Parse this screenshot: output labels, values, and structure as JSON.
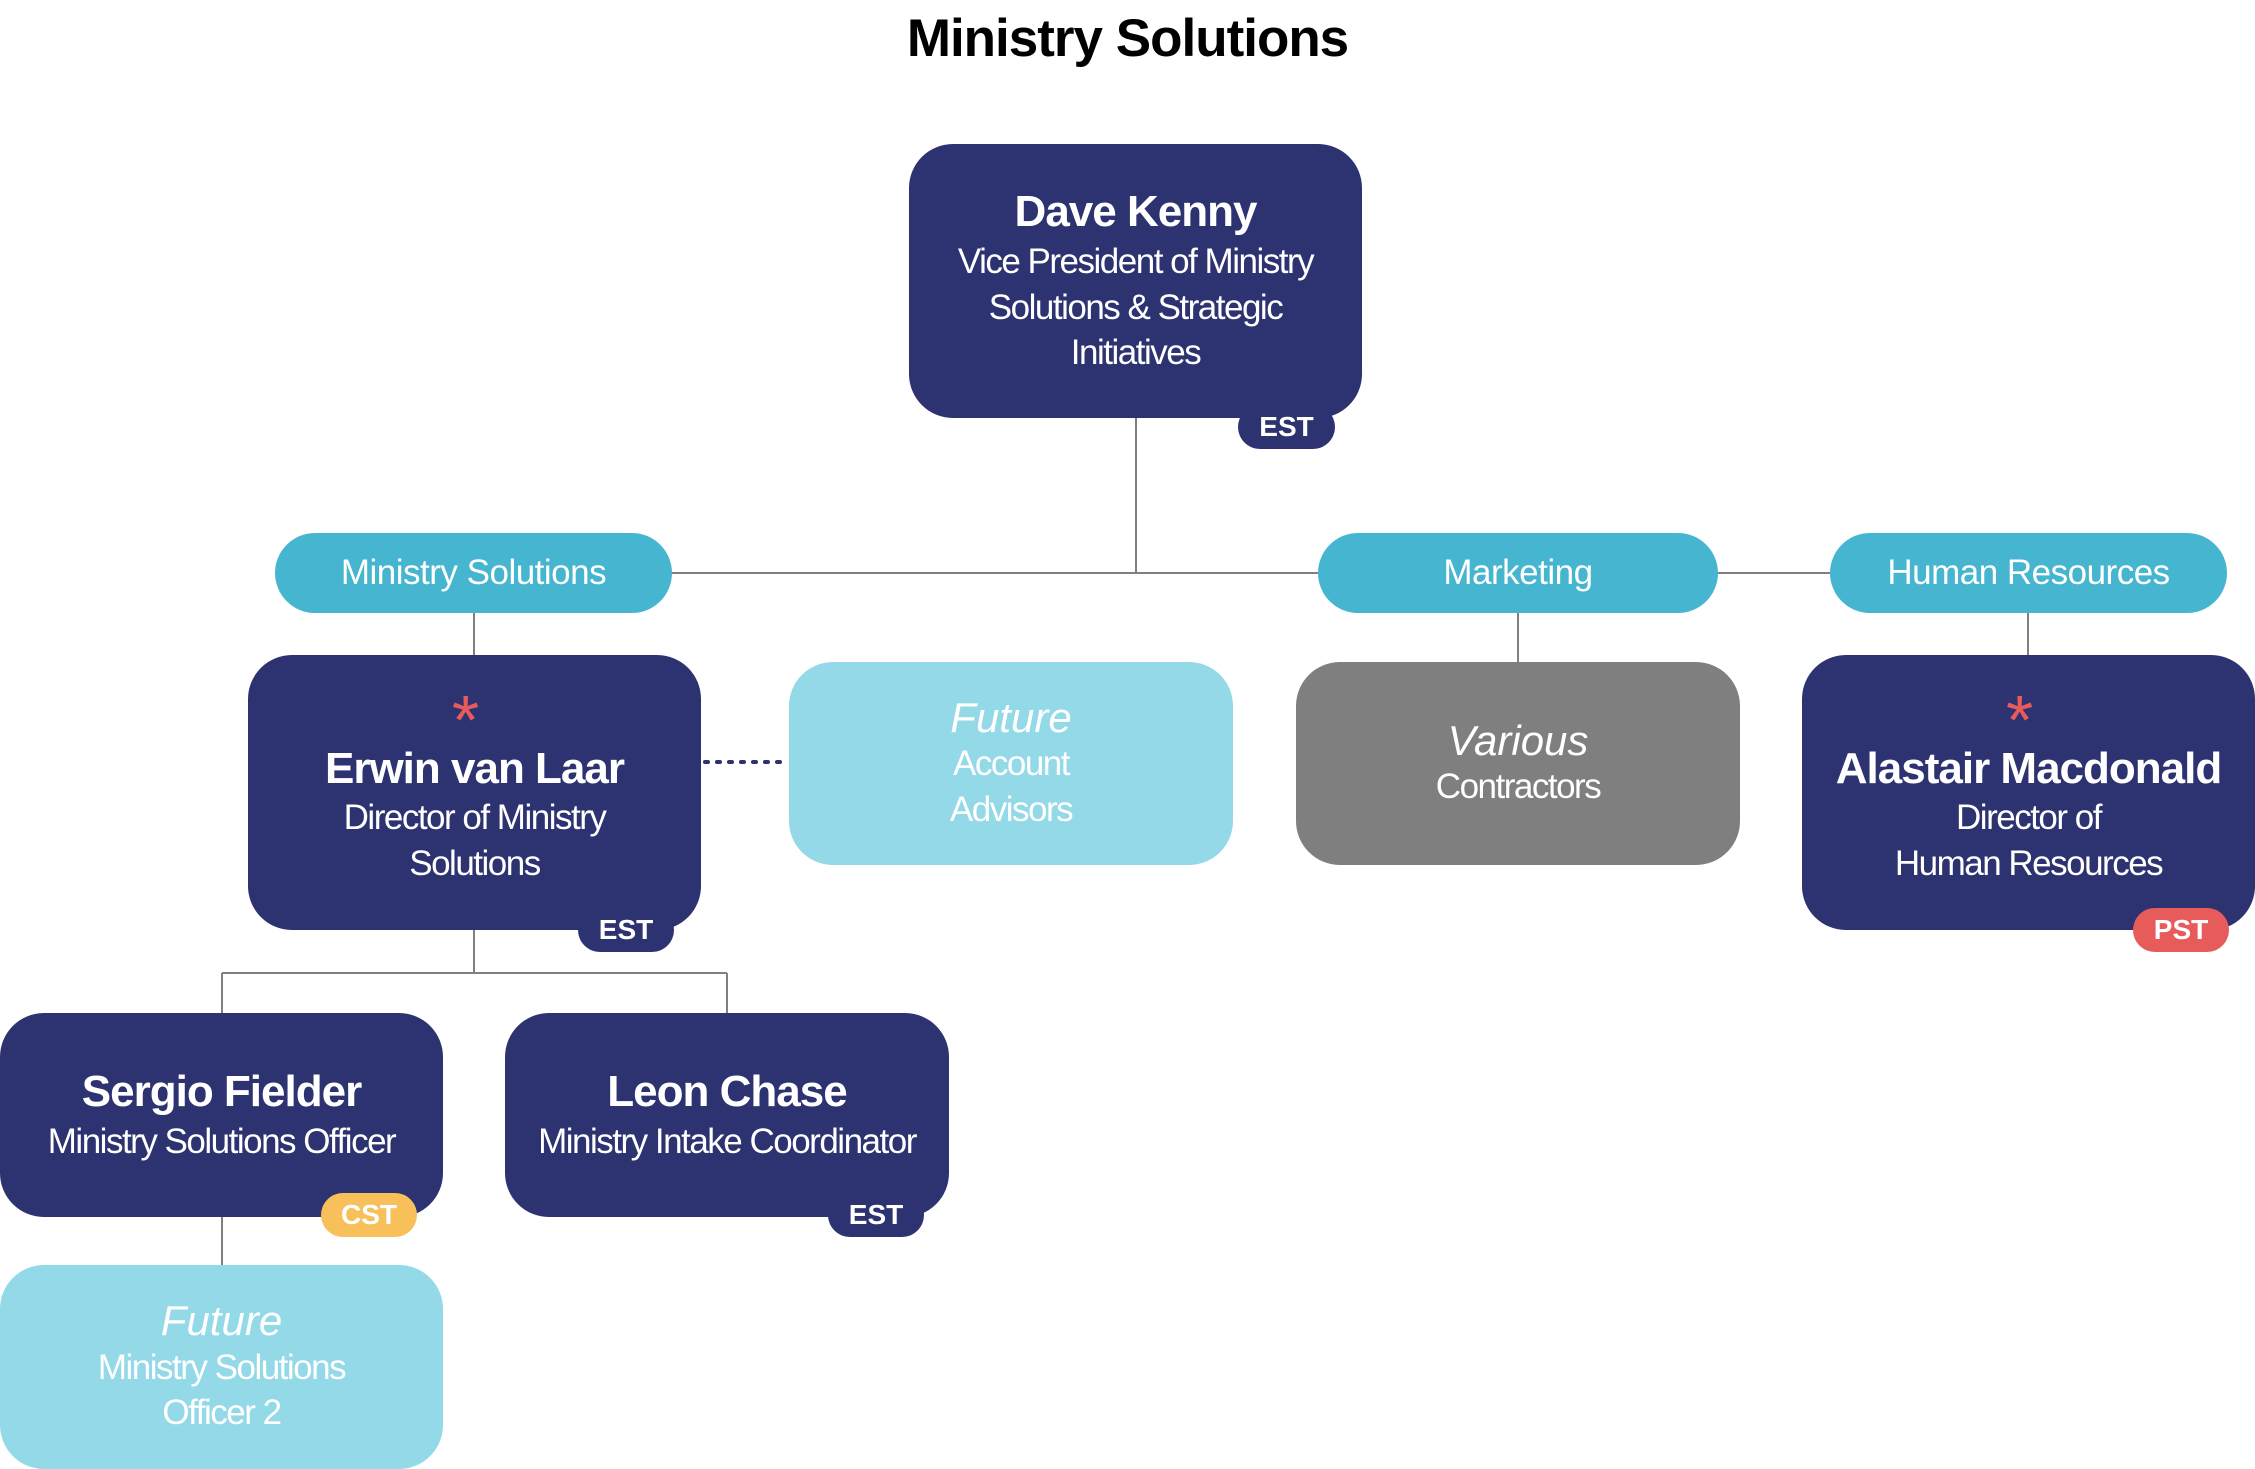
{
  "title": "Ministry Solutions",
  "departments": {
    "ministry_solutions": "Ministry Solutions",
    "marketing": "Marketing",
    "human_resources": "Human Resources"
  },
  "people": {
    "dave": {
      "name": "Dave Kenny",
      "role_lines": [
        "Vice President of Ministry",
        "Solutions & Strategic",
        "Initiatives"
      ],
      "tz": "EST"
    },
    "erwin": {
      "name": "Erwin van Laar",
      "role_lines": [
        "Director of Ministry",
        "Solutions"
      ],
      "tz": "EST"
    },
    "alastair": {
      "name": "Alastair Macdonald",
      "role_lines": [
        "Director of",
        "Human Resources"
      ],
      "tz": "PST"
    },
    "sergio": {
      "name": "Sergio Fielder",
      "role_lines": [
        "Ministry Solutions Officer"
      ],
      "tz": "CST"
    },
    "leon": {
      "name": "Leon Chase",
      "role_lines": [
        "Ministry Intake Coordinator"
      ],
      "tz": "EST"
    }
  },
  "placeholders": {
    "account_advisors": {
      "label": "Future",
      "lines": [
        "Account",
        "Advisors"
      ]
    },
    "contractors": {
      "label": "Various",
      "lines": [
        "Contractors"
      ]
    },
    "officer2": {
      "label": "Future",
      "lines": [
        "Ministry Solutions",
        "Officer 2"
      ]
    }
  },
  "marker_symbol": "*",
  "colors": {
    "navy": "#2d3270",
    "dept_teal": "#46b5cf",
    "future_light_blue": "#93d9e7",
    "contractor_gray": "#7f7f7f",
    "tz_cst": "#f8c05a",
    "tz_pst": "#e85b5b",
    "marker_red": "#e85b5b",
    "connector": "#808080"
  }
}
